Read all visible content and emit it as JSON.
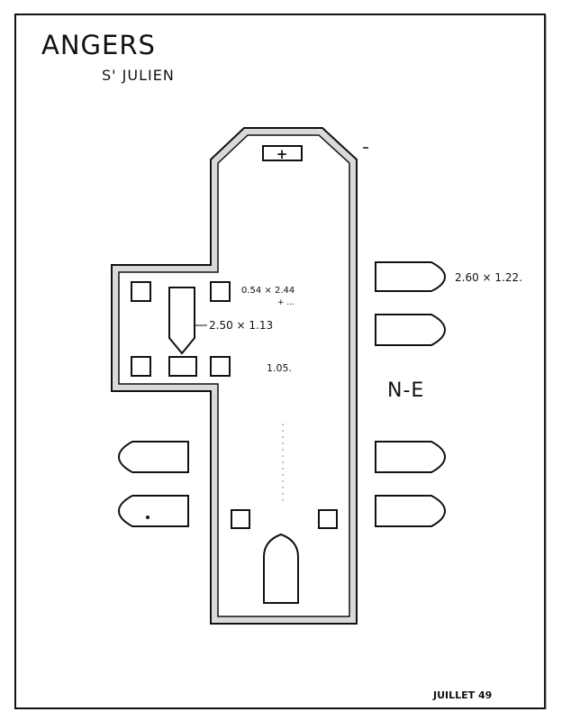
{
  "title": "ANGERS",
  "subtitle": "S' JULIEN",
  "orientation": "N-E",
  "date": "JUILLET 49",
  "altar_symbol": "+",
  "dimensions": {
    "outer_boats": "2.60 × 1.22.",
    "choir_top": "0.54 × 2.44",
    "choir_top_note": "+ ...",
    "central_boat": "2.50 × 1.13",
    "choir_bottom": "1.05."
  }
}
